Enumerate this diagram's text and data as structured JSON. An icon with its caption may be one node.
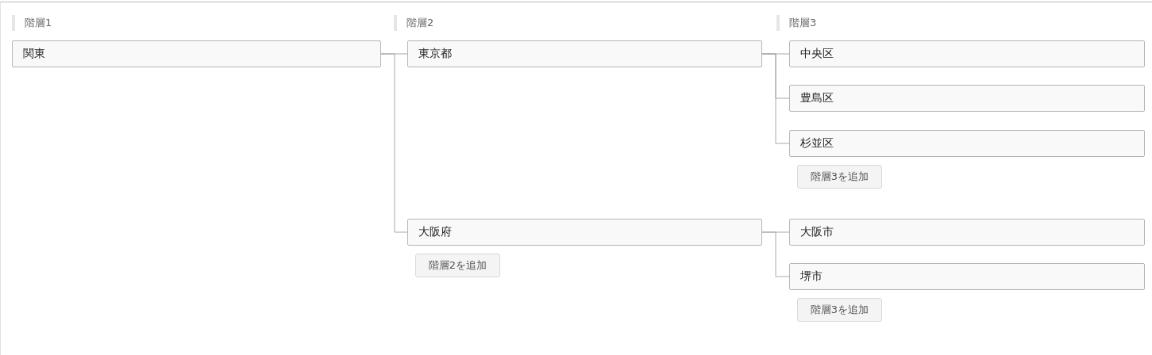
{
  "diagram": {
    "nodes": [
      {
        "text": [
          "関東"
        ]
      },
      {
        "text": [
          "東京都"
        ]
      },
      {
        "text": [
          "中央区"
        ]
      },
      {
        "text": [
          "豊島区"
        ]
      },
      {
        "text": [
          "杉並区"
        ]
      },
      {
        "text": [
          "階層3を追加"
        ]
      },
      {
        "text": [
          "大阪府"
        ]
      },
      {
        "text": [
          "大阪市"
        ]
      },
      {
        "text": [
          "堺市"
        ]
      },
      {
        "text": [
          "階層3を追加"
        ]
      },
      {
        "text": [
          "階層2を追加"
        ]
      }
    ],
    "edges": [
      {
        "from": 0,
        "to": 1,
        "arrow": "none"
      },
      {
        "from": 0,
        "to": 6,
        "arrow": "none"
      },
      {
        "from": 1,
        "to": 2,
        "arrow": "none"
      },
      {
        "from": 1,
        "to": 3,
        "arrow": "none"
      },
      {
        "from": 1,
        "to": 4,
        "arrow": "none"
      },
      {
        "from": 6,
        "to": 7,
        "arrow": "none"
      },
      {
        "from": 6,
        "to": 8,
        "arrow": "none"
      }
    ],
    "labels": [
      "階層1",
      "階層2",
      "階層3"
    ]
  }
}
